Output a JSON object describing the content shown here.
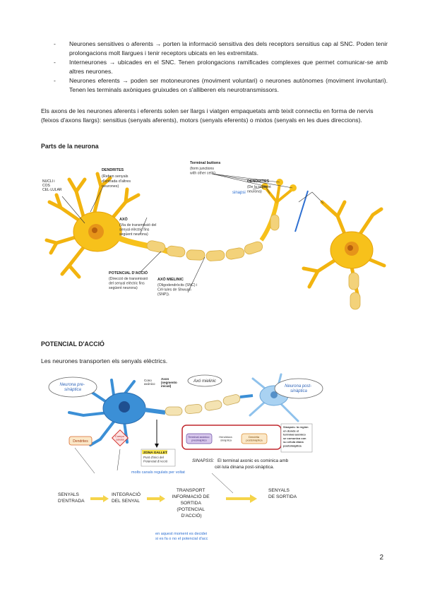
{
  "bullets": [
    "Neurones sensitives o aferents → porten la informació sensitiva des dels receptors sensitius cap al SNC. Poden tenir prolongacions molt llargues i tenir receptors ubicats en les extremitats.",
    "Interneurones → ubicades en el SNC. Tenen prolongacions ramificades complexes que permet comunicar-se amb altres neurones.",
    "Neurones eferents → poden ser motoneurones (moviment voluntari) o neurones autònomes (moviment involuntari). Tenen les terminals axòniques gruixudes on s'alliberen els neurotransmissors."
  ],
  "paragraph_axons": "Els axons de les neurones aferents i eferents solen ser llargs i viatgen empaquetats amb teixit connectiu en forma de nervis (feixos d'axons llargs): sensitius (senyals aferents), motors (senyals eferents) o mixtos (senyals en les dues direccions).",
  "heading_parts": "Parts de la neurona",
  "fig1": {
    "nucli": [
      "NUCLI i",
      "COS",
      "CEL·LULAR"
    ],
    "dendrites_title": "DENDRITES",
    "dendrites_desc": [
      "(Reben senyals",
      "d'entrada d'altres",
      "neurones)"
    ],
    "terminal_title": "Terminal buttons",
    "terminal_desc": [
      "(form junctions",
      "with other cells)"
    ],
    "sinapsi": "sinapsi",
    "dendrites2_title": "DENDRITES",
    "dendrites2_desc": [
      "(De la següent",
      "neurona)"
    ],
    "axo_title": "AXÓ",
    "axo_desc": [
      "(Via de transmissió del",
      "senyal elèctric fins",
      "següent neurona)"
    ],
    "potencial_title": "POTENCIAL D'ACCIÓ",
    "potencial_desc": [
      "(Direcció de transmissió",
      "del senyal elèctric fins",
      "següent neurona)"
    ],
    "mielinic_title": "AXÓ MIELINIC",
    "mielinic_desc": [
      "(Oligodendròcits (SNC) i",
      "Cèl·lules de Shwuan",
      "(SNP))."
    ]
  },
  "heading_potencial": "POTENCIAL D'ACCIÓ",
  "paragraph_signals": "Les neurones transporten els senyals elèctrics.",
  "fig2": {
    "pre": [
      "Neurona pre-",
      "sinàptica"
    ],
    "cono": [
      "Cono",
      "axónico"
    ],
    "axon": [
      "Axon",
      "(segmento",
      "inicial)"
    ],
    "axo_mielinic": "Axó mielinic",
    "post": [
      "Neurona post-",
      "sinàptica"
    ],
    "dendrites": "Dendrites",
    "cuerpo": [
      "Cuerpo",
      "celular"
    ],
    "zona_title": "ZONA GALLET",
    "zona_desc": [
      "Punt d'inici del",
      "Potencial d'Acció"
    ],
    "canals": "molts canals regulats per voltat",
    "terminal": [
      "Terminal axónico",
      "presináptico"
    ],
    "hendidura": [
      "Hendidura",
      "sináptica"
    ],
    "dendrita_post": [
      "Dendrita",
      "postsináptica"
    ],
    "sinapsis_def": [
      "Sinapsis: la región",
      "en donde el",
      "terminal axónico",
      "se comunica con",
      "su célula diana",
      "postsináptica"
    ],
    "sinapsis_label": "SINAPSIS:",
    "sinapsis_text": [
      "El terminal axonic es cominica amb",
      "cèl·lula dinana post-sinàptica."
    ],
    "senyals_entrada": [
      "SENYALS",
      "D'ENTRADA"
    ],
    "integracio": [
      "INTEGRACIÓ",
      "DEL SENYAL"
    ],
    "transport": [
      "TRANSPORT",
      "INFORMACIÓ DE",
      "SORTIDA",
      "(POTENCIAL",
      "D'ACCIÓ)"
    ],
    "senyals_sortida": [
      "SENYALS",
      "DE SORTIDA"
    ],
    "decideix": [
      "en aquest moment es decidei",
      "si es fa o no el potencial d'acc"
    ]
  },
  "page_number": "2",
  "colors": {
    "neuron": "#f7c11b",
    "myelin": "#f3d27a",
    "blue_neuron": "#3b8fd6",
    "label_blue": "#2f64b8",
    "arrow_yellow": "#f5d44a",
    "sinapsi_blue": "#2d6fd1"
  }
}
